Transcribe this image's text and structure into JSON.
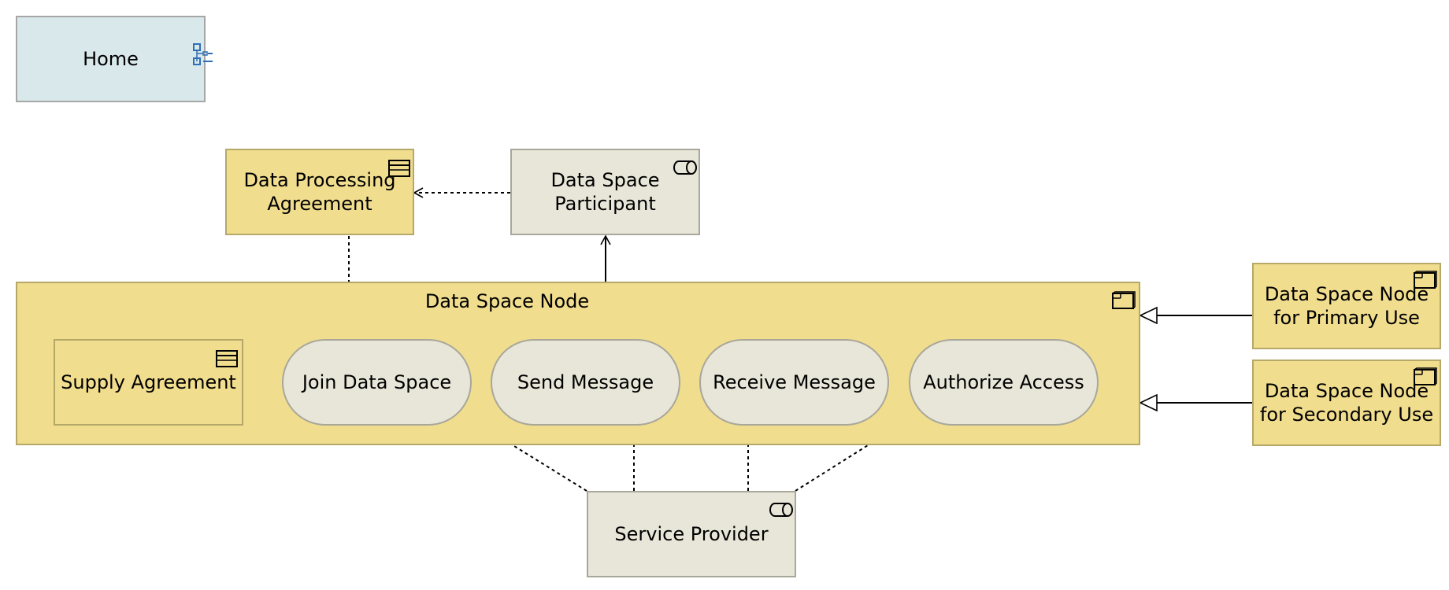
{
  "nodes": {
    "home": {
      "label": "Home"
    },
    "data_processing_agreement": {
      "label": "Data Processing\nAgreement"
    },
    "data_space_participant": {
      "label": "Data Space\nParticipant"
    },
    "data_space_node": {
      "label": "Data Space Node"
    },
    "supply_agreement": {
      "label": "Supply Agreement"
    },
    "join_data_space": {
      "label": "Join Data Space"
    },
    "send_message": {
      "label": "Send Message"
    },
    "receive_message": {
      "label": "Receive Message"
    },
    "authorize_access": {
      "label": "Authorize Access"
    },
    "primary_use_node": {
      "label": "Data Space Node\nfor Primary Use"
    },
    "secondary_use_node": {
      "label": "Data Space Node\nfor Secondary Use"
    },
    "service_provider": {
      "label": "Service Provider"
    }
  },
  "icons": {
    "home": "view-icon",
    "data_processing_agreement": "contract-icon",
    "data_space_participant": "role-icon",
    "data_space_node": "node-icon",
    "supply_agreement": "contract-icon",
    "primary_use_node": "node-icon",
    "secondary_use_node": "node-icon",
    "service_provider": "role-icon"
  },
  "colors": {
    "home_fill": "#d9e8eb",
    "business_fill": "#f0dd8e",
    "role_fill": "#e8e6d8",
    "view_icon": "#2e6fb5"
  }
}
